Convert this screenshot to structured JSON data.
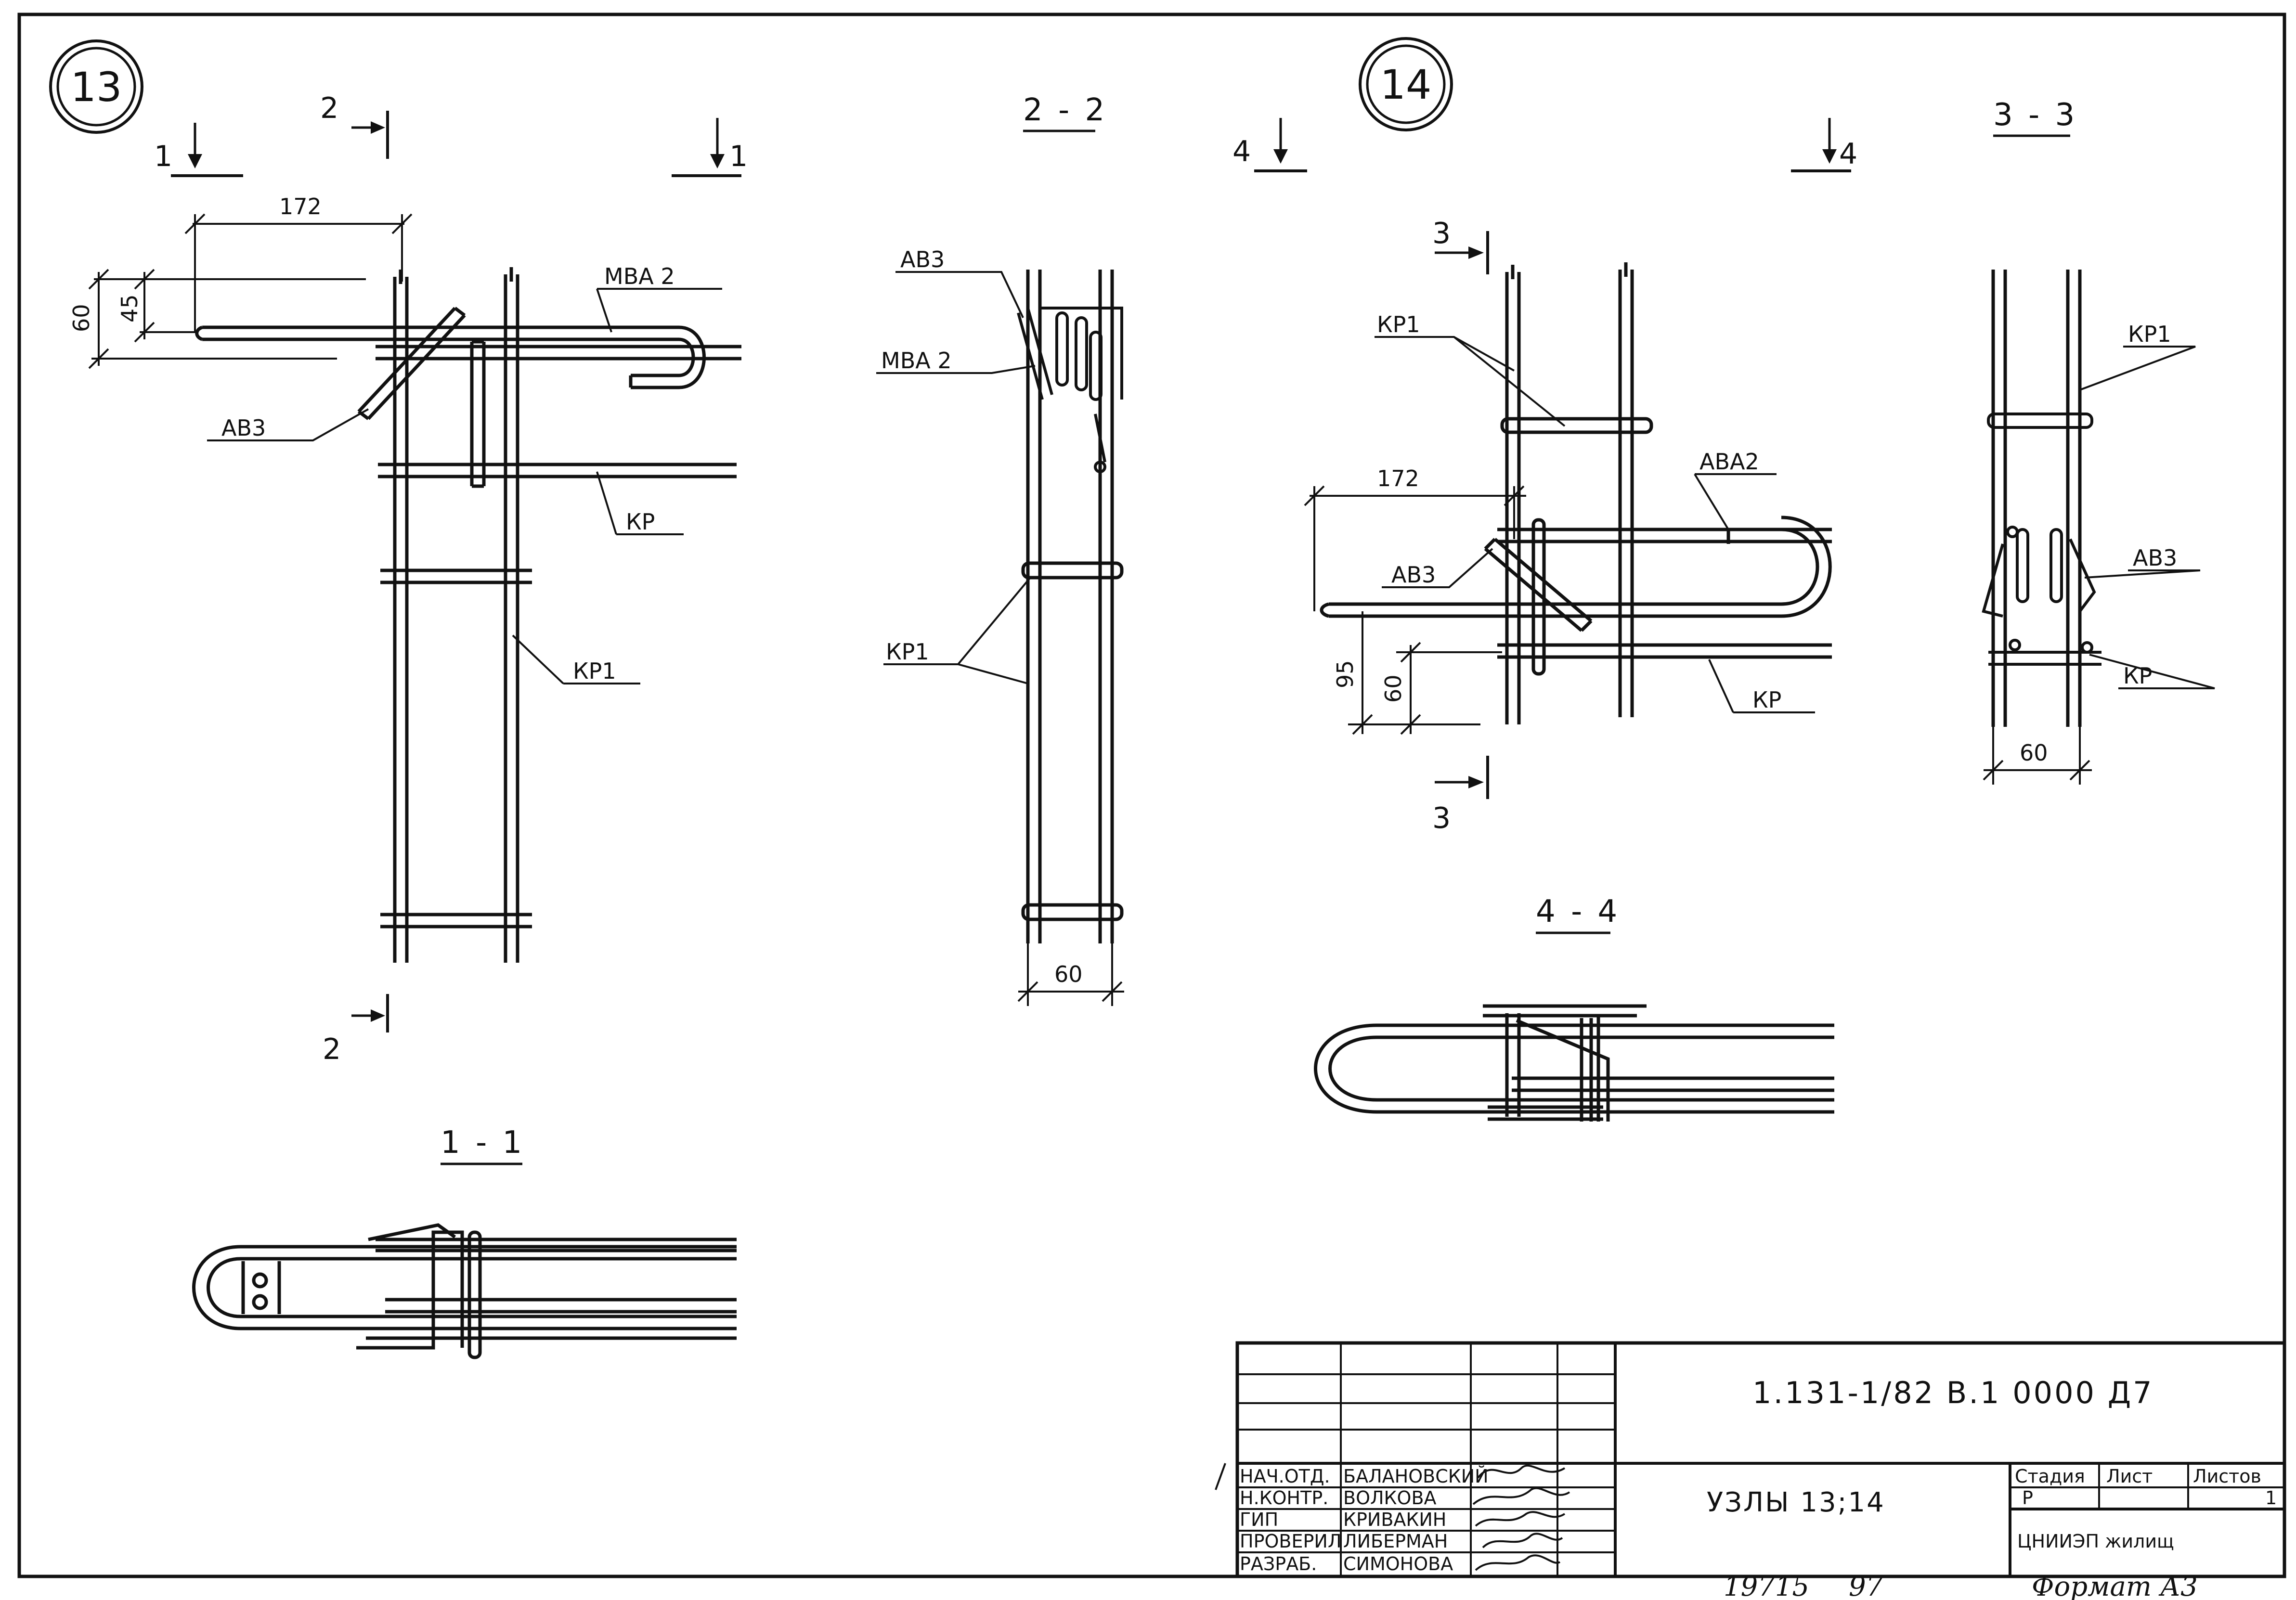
{
  "node13": {
    "badge": "13",
    "cut1_label_left": "1",
    "cut1_label_right": "1",
    "cut2_label_top": "2",
    "cut2_label_bottom": "2",
    "dim_width": "172",
    "dim_height_outer": "60",
    "dim_height_inner": "45",
    "callout_mva2": "МВА 2",
    "callout_av3": "АВ3",
    "callout_kr": "КР",
    "callout_kr1": "КР1"
  },
  "section_2_2": {
    "title": "2 - 2",
    "callout_av3": "АВ3",
    "callout_mva2": "МВА 2",
    "callout_kr1": "КР1",
    "dim_width": "60"
  },
  "section_1_1": {
    "title": "1 - 1"
  },
  "node14": {
    "badge": "14",
    "cut4_label_left": "4",
    "cut4_label_right": "4",
    "cut3_label_top": "3",
    "cut3_label_bottom": "3",
    "callout_kr1": "КР1",
    "callout_ava2": "АВА2",
    "callout_av3": "АВ3",
    "callout_kr": "КР",
    "dim_width": "172",
    "dim_height_outer": "95",
    "dim_height_inner": "60"
  },
  "section_3_3": {
    "title": "3 - 3",
    "callout_kr1": "КР1",
    "callout_av3": "АВ3",
    "callout_kr": "КР",
    "dim_width": "60"
  },
  "section_4_4": {
    "title": "4 - 4"
  },
  "title_block": {
    "document_code": "1.131-1/82 В.1 0000 Д7",
    "sheet_title": "УЗЛЫ 13;14",
    "organization": "ЦНИИЭП жилищ",
    "stage_header": "Стадия",
    "sheet_header": "Лист",
    "sheets_header": "Листов",
    "stage_value": "Р",
    "sheets_value": "1",
    "staff": [
      {
        "role": "НАЧ.ОТД.",
        "name": "БАЛАНОВСКИЙ"
      },
      {
        "role": "Н.КОНТР.",
        "name": "ВОЛКОВА"
      },
      {
        "role": "ГИП",
        "name": "КРИВАКИН"
      },
      {
        "role": "ПРОВЕРИЛ",
        "name": "ЛИБЕРМАН"
      },
      {
        "role": "РАЗРАБ.",
        "name": "СИМОНОВА"
      }
    ]
  },
  "footer": {
    "inventory_number": "19715",
    "inventory_suffix": "97",
    "format_label": "Формат А3"
  }
}
